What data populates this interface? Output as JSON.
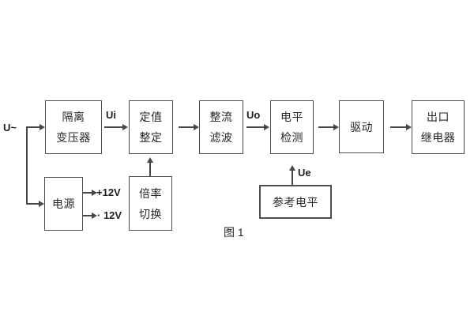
{
  "figure": {
    "caption": "图 1",
    "labels": {
      "input": "U~",
      "ui": "Ui",
      "uo": "Uo",
      "ue": "Ue",
      "rail_pos": "+12V",
      "rail_neg": "· 12V"
    },
    "blocks": {
      "isolation_transformer": {
        "line1": "隔离",
        "line2": "变压器"
      },
      "value_setting": {
        "line1": "定值",
        "line2": "整定"
      },
      "rectifier_filter": {
        "line1": "整流",
        "line2": "滤波"
      },
      "level_detection": {
        "line1": "电平",
        "line2": "检测"
      },
      "drive": {
        "label": "驱动"
      },
      "output_relay": {
        "line1": "出口",
        "line2": "继电器"
      },
      "power_supply": {
        "label": "电源"
      },
      "ratio_switch": {
        "line1": "倍率",
        "line2": "切换"
      },
      "reference_level": {
        "label": "参考电平"
      }
    },
    "colors": {
      "background": "#ffffff",
      "line": "#474747",
      "text": "#242424"
    }
  }
}
